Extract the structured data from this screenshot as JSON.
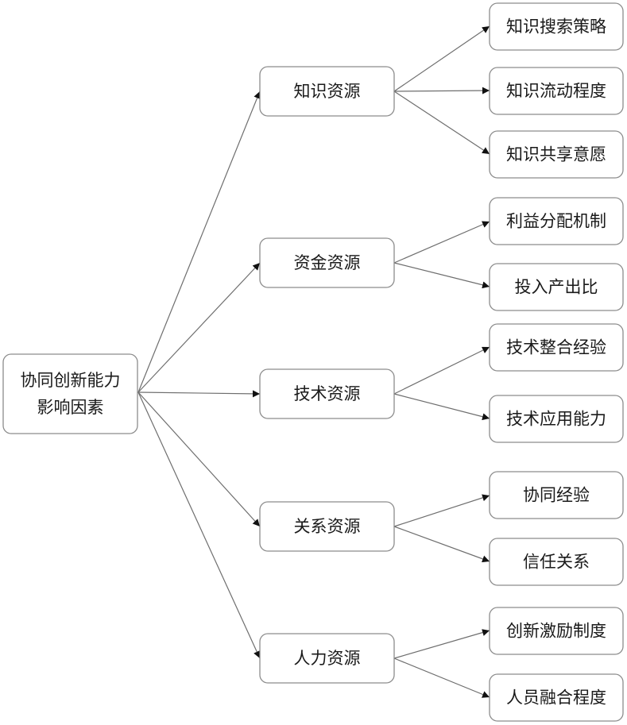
{
  "root": {
    "lines": [
      "协同创新能力",
      "影响因素"
    ]
  },
  "categories": [
    {
      "label": "知识资源",
      "children": [
        "知识搜索策略",
        "知识流动程度",
        "知识共享意愿"
      ]
    },
    {
      "label": "资金资源",
      "children": [
        "利益分配机制",
        "投入产出比"
      ]
    },
    {
      "label": "技术资源",
      "children": [
        "技术整合经验",
        "技术应用能力"
      ]
    },
    {
      "label": "关系资源",
      "children": [
        "协同经验",
        "信任关系"
      ]
    },
    {
      "label": "人力资源",
      "children": [
        "创新激励制度",
        "人员融合程度"
      ]
    }
  ],
  "colors": {
    "border": "#8c8c8c",
    "edge": "#6e6e6e",
    "text": "#1a1a1a"
  }
}
